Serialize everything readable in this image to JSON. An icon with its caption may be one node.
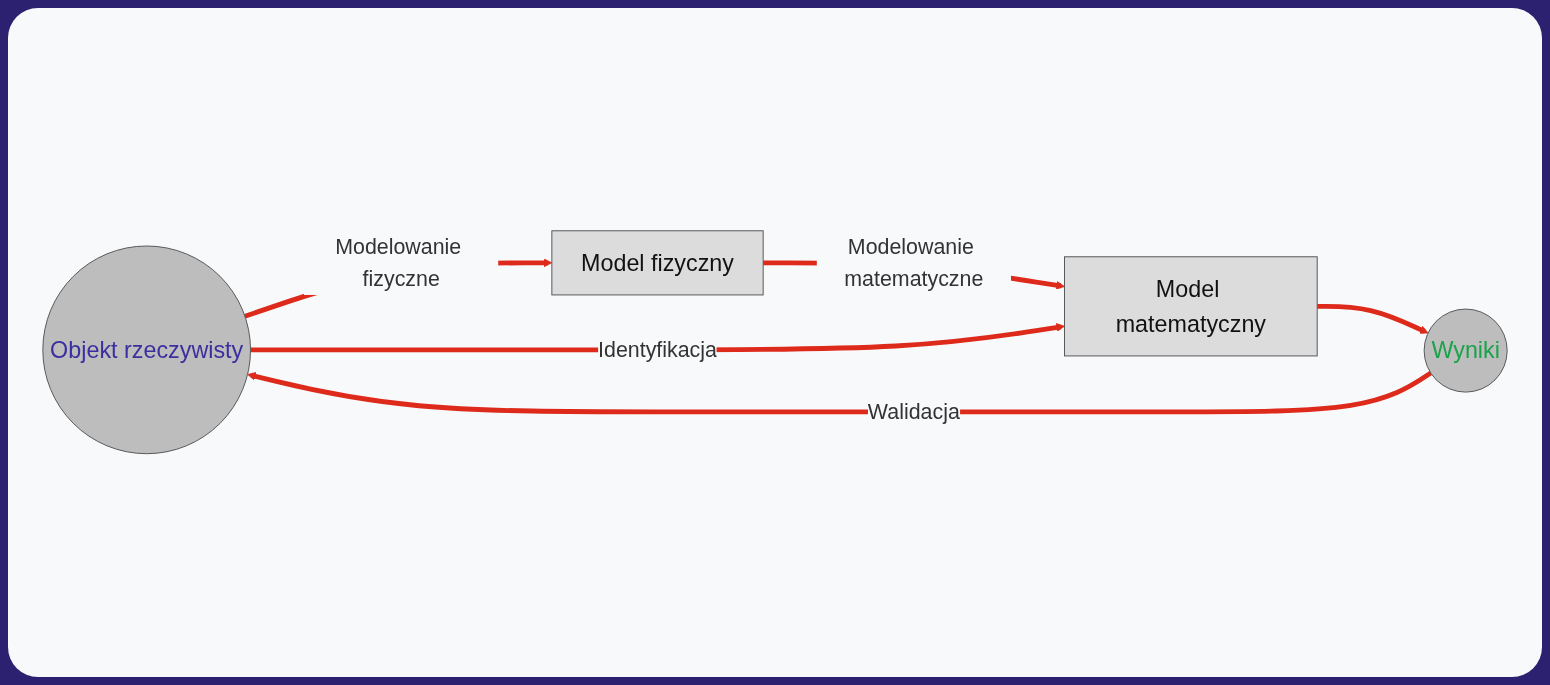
{
  "diagram": {
    "nodes": [
      {
        "text": [
          "Objekt rzeczywisty"
        ]
      },
      {
        "text": [
          "Model fizyczny"
        ]
      },
      {
        "text": [
          "Model matematyczny"
        ]
      },
      {
        "text": [
          "Wyniki"
        ]
      }
    ],
    "edges": [
      {
        "from": 0,
        "to": 1,
        "arrow": "to",
        "label": "Modelowanie fizyczne"
      },
      {
        "from": 1,
        "to": 2,
        "arrow": "to",
        "label": "Modelowanie matematyczne"
      },
      {
        "from": 0,
        "to": 2,
        "arrow": "to",
        "label": "Identyfikacja"
      },
      {
        "from": 2,
        "to": 3,
        "arrow": "to"
      },
      {
        "from": 3,
        "to": 0,
        "arrow": "to",
        "label": "Walidacja"
      }
    ]
  }
}
